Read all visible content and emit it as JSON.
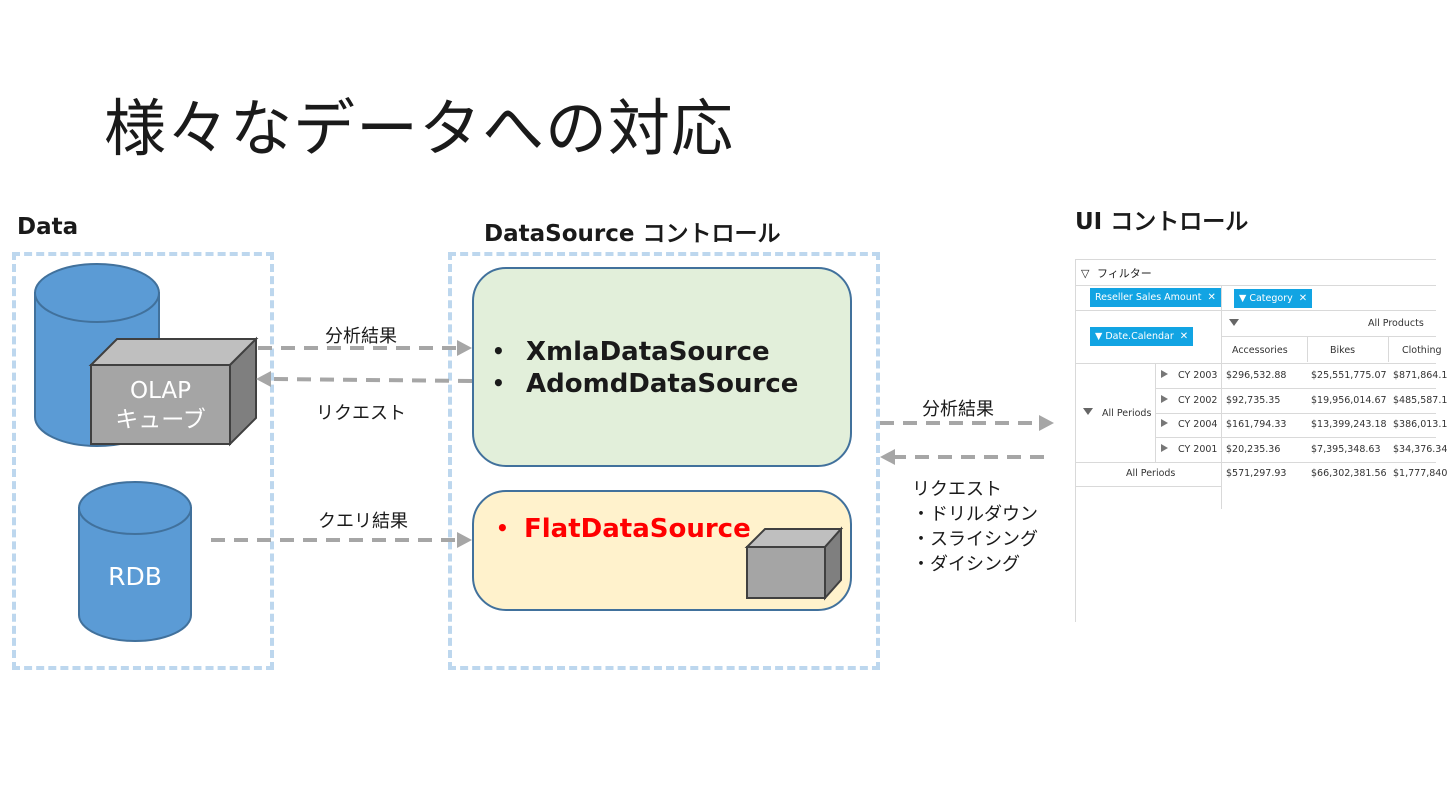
{
  "title": "様々なデータへの対応",
  "sections": {
    "data": "Data",
    "datasource": "DataSource コントロール",
    "ui": "UI コントロール"
  },
  "shapes": {
    "olap_line1": "OLAP",
    "olap_line2": "キューブ",
    "rdb": "RDB"
  },
  "arrows": {
    "analysis_result_1": "分析結果",
    "request_1": "リクエスト",
    "query_result": "クエリ結果",
    "analysis_result_2": "分析結果",
    "request_2": "リクエスト",
    "drilldown": "・ドリルダウン",
    "slicing": "・スライシング",
    "dicing": "・ダイシング"
  },
  "datasources": {
    "bullet": "•",
    "xmla": "XmlaDataSource",
    "adomd": "AdomdDataSource",
    "flat": "FlatDataSource"
  },
  "colors": {
    "frame": "#bdd7ee",
    "olap_box": "#e2efda",
    "flat_box": "#fff2cc",
    "cylinder": "#5b9bd5",
    "flat_text": "#ff0000",
    "chip": "#12a4e3",
    "arrow": "#a6a6a6"
  },
  "pivot": {
    "filter_label": "フィルター",
    "measure_chip": "Reseller Sales Amount",
    "column_chip": "Category",
    "row_chip": "Date.Calendar",
    "all_products": "All Products",
    "columns": [
      "Accessories",
      "Bikes",
      "Clothing"
    ],
    "all_periods": "All Periods",
    "rows": [
      {
        "label": "CY 2003",
        "values": [
          "$296,532.88",
          "$25,551,775.07",
          "$871,864.1"
        ]
      },
      {
        "label": "CY 2002",
        "values": [
          "$92,735.35",
          "$19,956,014.67",
          "$485,587.1"
        ]
      },
      {
        "label": "CY 2004",
        "values": [
          "$161,794.33",
          "$13,399,243.18",
          "$386,013.1"
        ]
      },
      {
        "label": "CY 2001",
        "values": [
          "$20,235.36",
          "$7,395,348.63",
          "$34,376.34"
        ]
      }
    ],
    "total": {
      "label": "All Periods",
      "values": [
        "$571,297.93",
        "$66,302,381.56",
        "$1,777,840"
      ]
    }
  }
}
